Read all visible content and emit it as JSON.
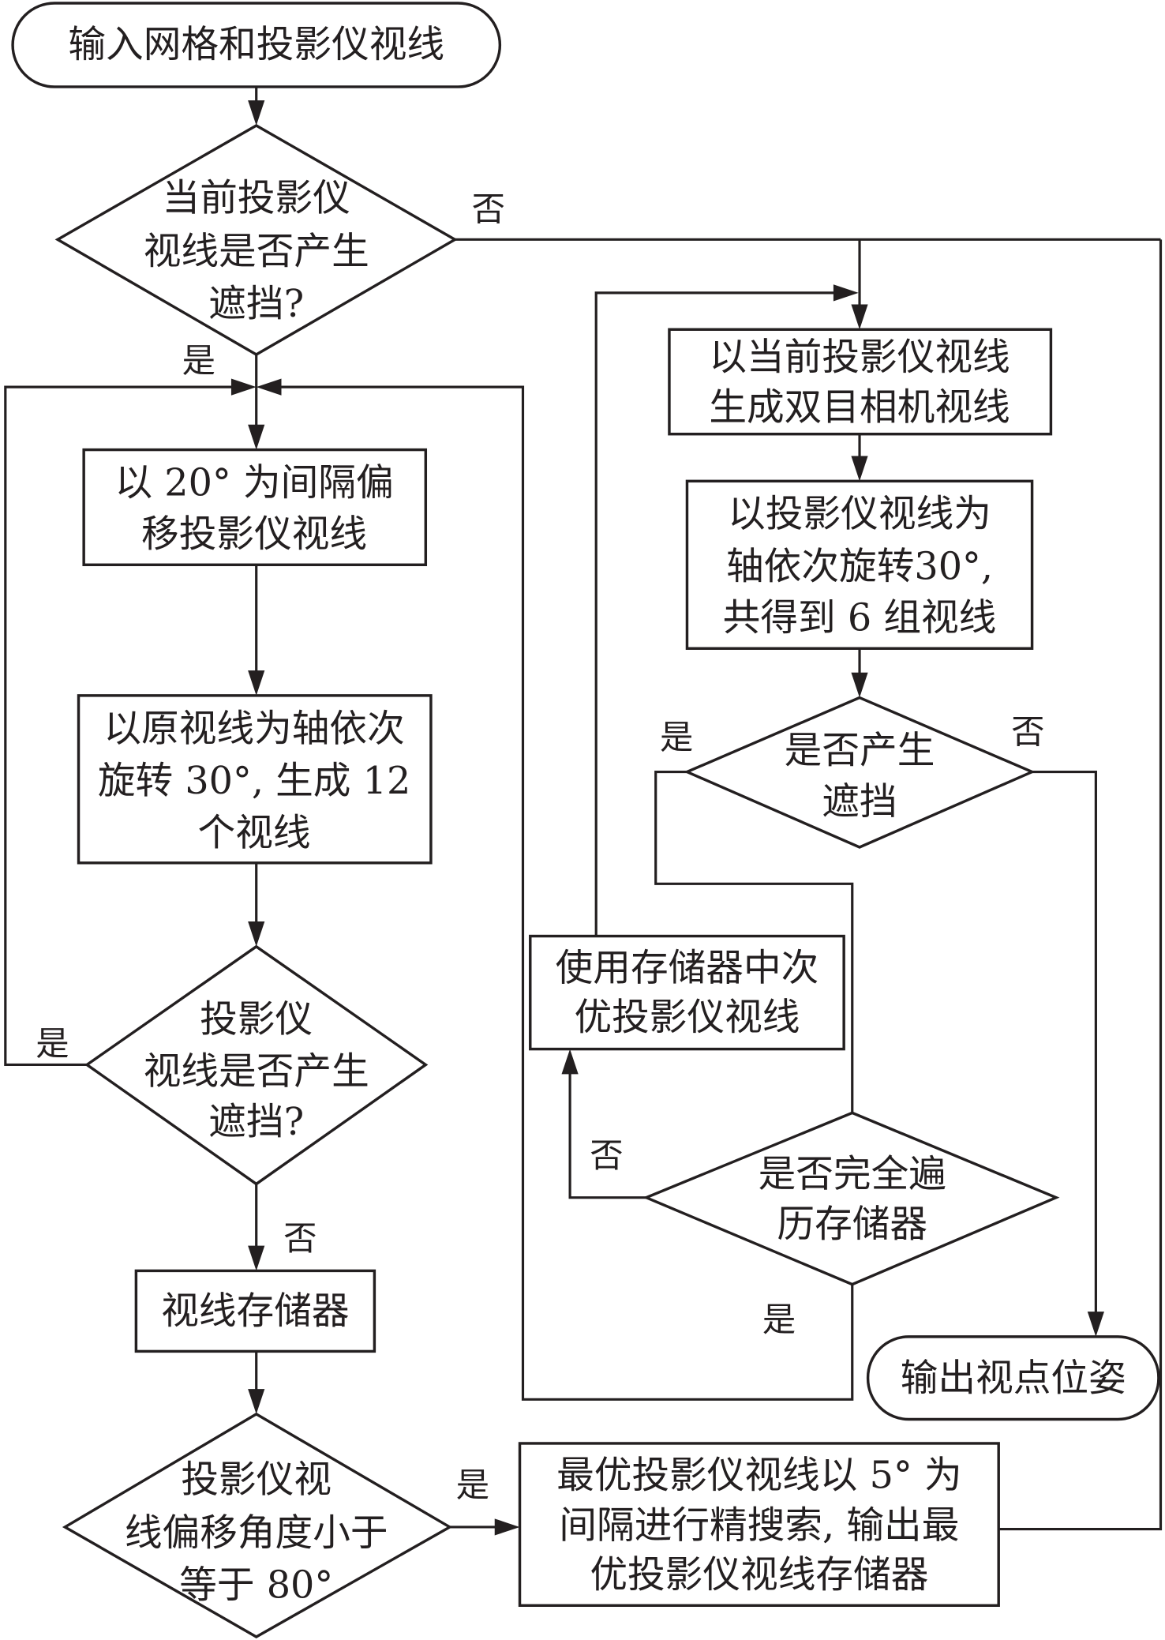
{
  "diagram": {
    "type": "flowchart",
    "stroke_color": "#231f20",
    "background": "#ffffff",
    "nodes": {
      "start": {
        "kind": "terminal",
        "lines": [
          "输入网格和投影仪视线"
        ]
      },
      "check_current": {
        "kind": "decision",
        "lines": [
          "当前投影仪",
          "视线是否产生",
          "遮挡?"
        ]
      },
      "offset_20": {
        "kind": "process",
        "lines": [
          "以 20° 为间隔偏",
          "移投影仪视线"
        ]
      },
      "rotate_12": {
        "kind": "process",
        "lines": [
          "以原视线为轴依次",
          "旋转 30°, 生成 12",
          "个视线"
        ]
      },
      "check_offset": {
        "kind": "decision",
        "lines": [
          "投影仪",
          "视线是否产生",
          "遮挡?"
        ]
      },
      "store": {
        "kind": "process",
        "lines": [
          "视线存储器"
        ]
      },
      "check_angle": {
        "kind": "decision",
        "lines": [
          "投影仪视",
          "线偏移角度小于",
          "等于 80°"
        ]
      },
      "fine_search": {
        "kind": "process",
        "lines": [
          "最优投影仪视线以 5° 为",
          "间隔进行精搜索, 输出最",
          "优投影仪视线存储器"
        ]
      },
      "gen_binocular": {
        "kind": "process",
        "lines": [
          "以当前投影仪视线",
          "生成双目相机视线"
        ]
      },
      "rotate_6": {
        "kind": "process",
        "lines": [
          "以投影仪视线为",
          "轴依次旋转30°,",
          "共得到 6 组视线"
        ]
      },
      "check_binocular": {
        "kind": "decision",
        "lines": [
          "是否产生",
          "遮挡"
        ]
      },
      "use_next": {
        "kind": "process",
        "lines": [
          "使用存储器中次",
          "优投影仪视线"
        ]
      },
      "check_traversed": {
        "kind": "decision",
        "lines": [
          "是否完全遍",
          "历存储器"
        ]
      },
      "end": {
        "kind": "terminal",
        "lines": [
          "输出视点位姿"
        ]
      }
    },
    "edge_labels": {
      "check_current_no": "否",
      "check_current_yes": "是",
      "check_offset_yes": "是",
      "check_offset_no": "否",
      "check_angle_yes": "是",
      "check_binocular_yes": "是",
      "check_binocular_no": "否",
      "check_traversed_no": "否",
      "check_traversed_yes": "是"
    },
    "edges": [
      {
        "from": "start",
        "to": "check_current"
      },
      {
        "from": "check_current",
        "to": "gen_binocular",
        "label": "否"
      },
      {
        "from": "check_current",
        "to": "offset_20",
        "label": "是"
      },
      {
        "from": "offset_20",
        "to": "rotate_12"
      },
      {
        "from": "rotate_12",
        "to": "check_offset"
      },
      {
        "from": "check_offset",
        "to": "offset_20",
        "label": "是"
      },
      {
        "from": "check_offset",
        "to": "store",
        "label": "否"
      },
      {
        "from": "store",
        "to": "check_angle"
      },
      {
        "from": "check_angle",
        "to": "fine_search",
        "label": "是"
      },
      {
        "from": "fine_search",
        "to": "gen_binocular"
      },
      {
        "from": "gen_binocular",
        "to": "rotate_6"
      },
      {
        "from": "rotate_6",
        "to": "check_binocular"
      },
      {
        "from": "check_binocular",
        "to": "end",
        "label": "否"
      },
      {
        "from": "check_binocular",
        "to": "check_traversed",
        "label": "是"
      },
      {
        "from": "check_traversed",
        "to": "use_next",
        "label": "否"
      },
      {
        "from": "use_next",
        "to": "gen_binocular"
      },
      {
        "from": "check_traversed",
        "to": "offset_20",
        "label": "是"
      }
    ]
  }
}
